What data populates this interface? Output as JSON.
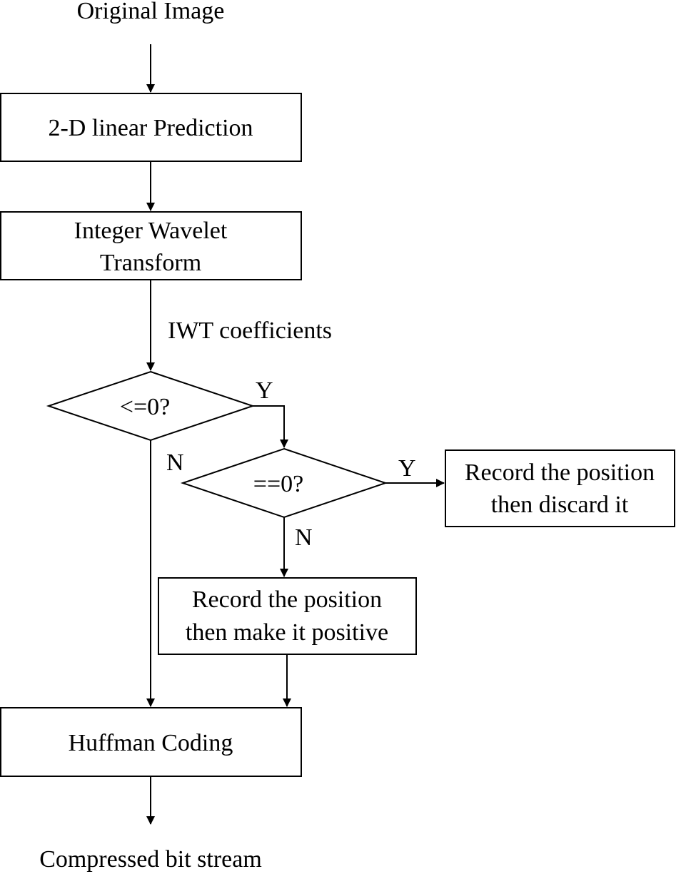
{
  "diagram": {
    "input_label": "Original Image",
    "output_label": "Compressed bit stream",
    "edge_label_coefficients": "IWT coefficients",
    "nodes": {
      "prediction": {
        "lines": [
          "2-D linear Prediction"
        ]
      },
      "wavelet": {
        "lines": [
          "Integer Wavelet",
          "Transform"
        ]
      },
      "decision_nonpositive": {
        "lines": [
          "<=0?"
        ]
      },
      "decision_zero": {
        "lines": [
          "==0?"
        ]
      },
      "discard": {
        "lines": [
          "Record the position",
          "then discard it"
        ]
      },
      "make_positive": {
        "lines": [
          "Record the position",
          "then make it positive"
        ]
      },
      "huffman": {
        "lines": [
          "Huffman Coding"
        ]
      }
    },
    "branch_labels": {
      "nonpositive_yes": "Y",
      "nonpositive_no": "N",
      "zero_yes": "Y",
      "zero_no": "N"
    }
  }
}
